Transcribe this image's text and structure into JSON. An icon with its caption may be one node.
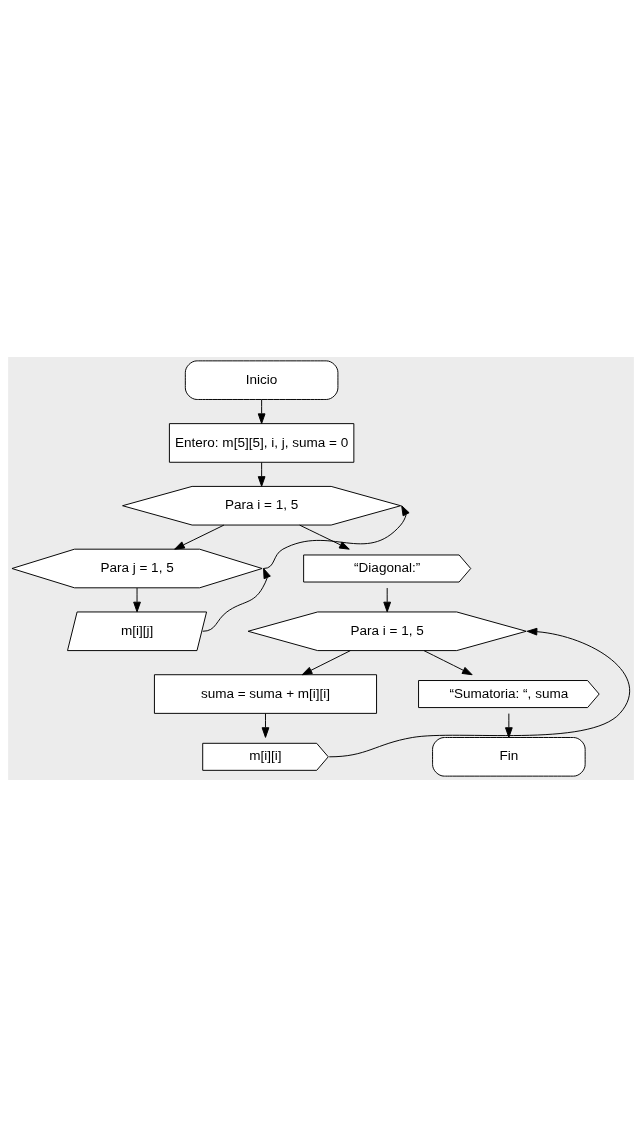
{
  "diagram": {
    "nodes": [
      {
        "text": [
          "Inicio"
        ]
      },
      {
        "text": [
          "Entero: m[5][5], i, j, suma = 0"
        ]
      },
      {
        "text": [
          "Para i = 1, 5"
        ]
      },
      {
        "text": [
          "Para j = 1, 5"
        ]
      },
      {
        "text": [
          "m[i][j]"
        ]
      },
      {
        "text": [
          "“Diagonal:”"
        ]
      },
      {
        "text": [
          "Para i = 1, 5"
        ]
      },
      {
        "text": [
          "suma = suma + m[i][i]"
        ]
      },
      {
        "text": [
          "m[i][i]"
        ]
      },
      {
        "text": [
          "“Sumatoria: “, suma"
        ]
      },
      {
        "text": [
          "Fin"
        ]
      }
    ],
    "edges": [
      {
        "from": 0,
        "to": 1,
        "arrow": "to"
      },
      {
        "from": 1,
        "to": 2,
        "arrow": "to"
      },
      {
        "from": 2,
        "to": 3,
        "arrow": "to"
      },
      {
        "from": 3,
        "to": 4,
        "arrow": "to"
      },
      {
        "from": 4,
        "to": 3,
        "arrow": "to"
      },
      {
        "from": 3,
        "to": 2,
        "arrow": "to"
      },
      {
        "from": 2,
        "to": 5,
        "arrow": "to"
      },
      {
        "from": 5,
        "to": 6,
        "arrow": "to"
      },
      {
        "from": 6,
        "to": 7,
        "arrow": "to"
      },
      {
        "from": 7,
        "to": 8,
        "arrow": "to"
      },
      {
        "from": 8,
        "to": 6,
        "arrow": "to"
      },
      {
        "from": 6,
        "to": 9,
        "arrow": "to"
      },
      {
        "from": 9,
        "to": 10,
        "arrow": "to"
      }
    ]
  }
}
